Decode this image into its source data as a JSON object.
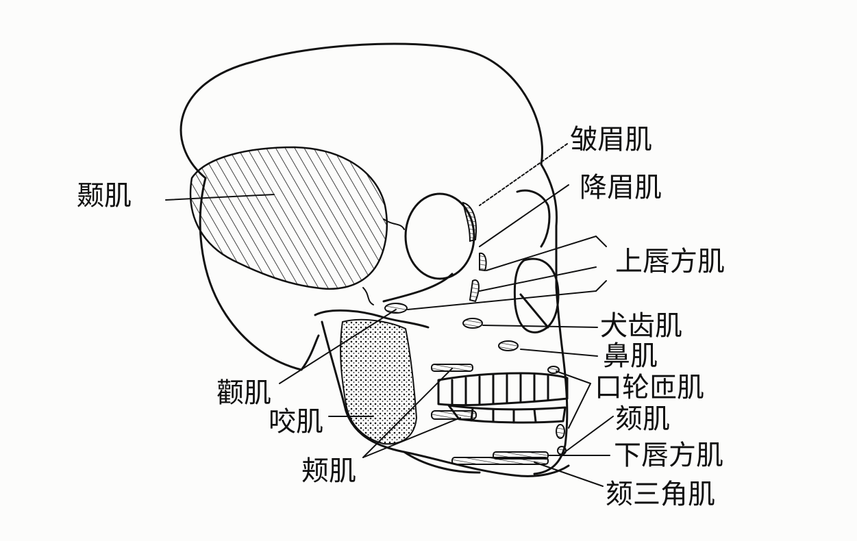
{
  "labels": {
    "temporalis": "颞肌",
    "corrugator": "皱眉肌",
    "depressor_supercilii": "降眉肌",
    "quadratus_labii_superioris": "上唇方肌",
    "caninus": "犬齿肌",
    "nasalis": "鼻肌",
    "orbicularis_oris": "口轮匝肌",
    "mentalis": "颏肌",
    "quadratus_labii_inferioris": "下唇方肌",
    "triangularis": "颏三角肌",
    "zygomaticus": "颧肌",
    "masseter": "咬肌",
    "buccinator": "颊肌"
  },
  "colors": {
    "ink": "#111111",
    "paper": "#fcfcfb"
  }
}
